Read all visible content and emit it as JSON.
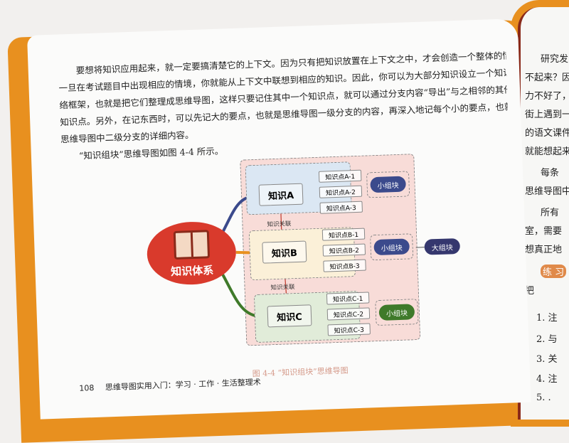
{
  "paragraph1": [
    "要想将知识应用起来，就一定要搞清楚它的上下文。因为只有把知识放置在上下文之中，才会创造一个整体的情境。",
    "一旦在考试题目中出现相应的情境，你就能从上下文中联想到相应的知识。因此，你可以为大部分知识设立一个知识网",
    "络框架，也就是把它们整理成思维导图，这样只要记住其中一个知识点，就可以通过分支内容“导出”与之相邻的其他",
    "知识点。另外，在记东西时，可以先记大的要点，也就是思维导图一级分支的内容，再深入地记每个小的要点，也就是",
    "思维导图中二级分支的详细内容。"
  ],
  "paragraph2": "“知识组块”思维导图如图 4-4 所示。",
  "figure": {
    "root": "知识体系",
    "root_icon": "open-book-icon",
    "branches": [
      {
        "label": "知识A",
        "points": [
          "知识点A-1",
          "知识点A-2",
          "知识点A-3"
        ],
        "chunk": "小组块",
        "color": "#3b4a8c",
        "bg": "#dbe7f3"
      },
      {
        "label": "知识B",
        "points": [
          "知识点B-1",
          "知识点B-2",
          "知识点B-3"
        ],
        "chunk": "小组块",
        "color": "#3b4a8c",
        "bg": "#fbf0d8"
      },
      {
        "label": "知识C",
        "points": [
          "知识点C-1",
          "知识点C-2",
          "知识点C-3"
        ],
        "chunk": "小组块",
        "color": "#3f7a2a",
        "bg": "#e1ecd9"
      }
    ],
    "relation_labels": [
      "知识关联",
      "知识关联"
    ],
    "big_chunk": "大组块",
    "caption": "图 4-4 “知识组块”思维导图"
  },
  "footer": {
    "page_number": "108",
    "book_title": "思维导图实用入门：学习 · 工作 · 生活整理术"
  },
  "right_page_lines": [
    "研究发",
    "不起来？因",
    "力不好了，",
    "街上遇到一",
    "的语文课件",
    "就能想起来",
    "每条",
    "思维导图中",
    "所有",
    "室，需要",
    "想真正地",
    "练 习",
    "把",
    "1. 注",
    "2. 与",
    "3. 关",
    "4. 注",
    "5. ."
  ]
}
